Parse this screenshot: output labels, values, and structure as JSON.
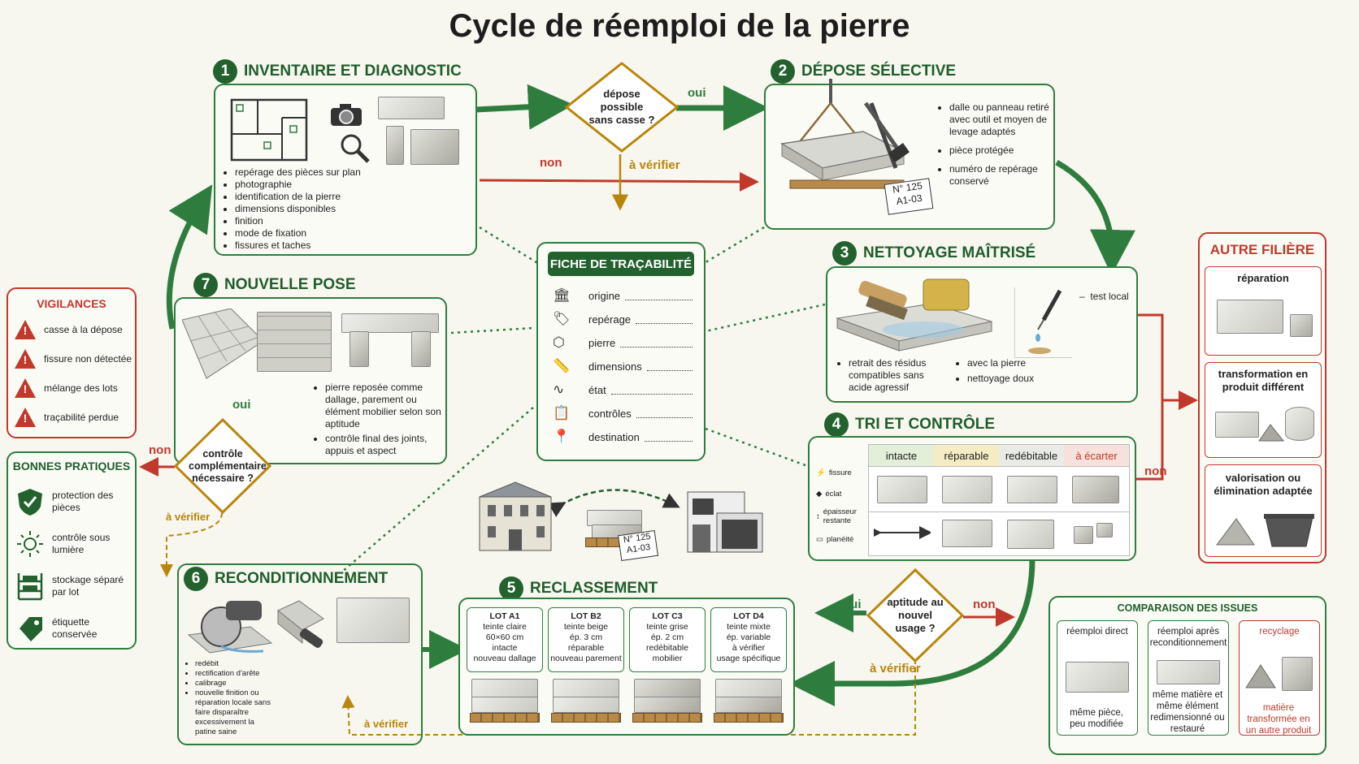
{
  "title": "Cycle de réemploi de la pierre",
  "colors": {
    "green": "#2e7d3e",
    "red": "#c0392b",
    "gold": "#b8860b"
  },
  "steps": {
    "s1": {
      "num": "1",
      "title": "INVENTAIRE ET DIAGNOSTIC",
      "items": [
        "repérage des pièces sur plan",
        "photographie",
        "identification de la pierre",
        "dimensions disponibles",
        "finition",
        "mode de fixation",
        "fissures et taches"
      ]
    },
    "s2": {
      "num": "2",
      "title": "DÉPOSE SÉLECTIVE",
      "items": [
        "dalle ou panneau retiré avec outil et moyen de levage adaptés",
        "pièce protégée",
        "numéro de repérage conservé"
      ],
      "tag_line1": "N° 125",
      "tag_line2": "A1-03"
    },
    "s3": {
      "num": "3",
      "title": "NETTOYAGE MAÎTRISÉ",
      "items_left": [
        "retrait des résidus compatibles sans acide agressif"
      ],
      "items_right": [
        "avec la pierre",
        "nettoyage  doux"
      ],
      "test": "test local"
    },
    "s4": {
      "num": "4",
      "title": "TRI ET CONTRÔLE",
      "columns": [
        "intacte",
        "réparable",
        "redébitable",
        "à écarter"
      ],
      "rows": [
        "fissure",
        "éclat",
        "épaisseur restante",
        "planéité"
      ]
    },
    "s5": {
      "num": "5",
      "title": "RECLASSEMENT",
      "lots": [
        {
          "name": "LOT  A1",
          "l1": "teinte claire",
          "l2": "60×60 cm",
          "l3": "intacte",
          "l4": "nouveau dallage"
        },
        {
          "name": "LOT  B2",
          "l1": "teinte beige",
          "l2": "ép. 3 cm",
          "l3": "réparable",
          "l4": "nouveau parement"
        },
        {
          "name": "LOT  C3",
          "l1": "teinte grise",
          "l2": "ép. 2 cm",
          "l3": "redébitable",
          "l4": "mobilier"
        },
        {
          "name": "LOT D4",
          "l1": "teinte mixte",
          "l2": "ép. variable",
          "l3": "à vérifier",
          "l4": "usage spécifique"
        }
      ]
    },
    "s6": {
      "num": "6",
      "title": "RECONDITIONNEMENT",
      "items": [
        "redébit",
        "rectification d'arête",
        "calibrage",
        "nouvelle finition ou réparation locale sans faire disparaître excessivement la patine saine"
      ]
    },
    "s7": {
      "num": "7",
      "title": "NOUVELLE POSE",
      "items": [
        "pierre reposée comme dallage, parement ou élément mobilier selon son aptitude",
        "contrôle final des joints, appuis et aspect"
      ]
    }
  },
  "decisions": {
    "d1": {
      "text": "dépose possible sans casse ?",
      "yes": "oui",
      "no": "non",
      "check": "à vérifier"
    },
    "d2": {
      "text": "aptitude au nouvel usage ?",
      "yes": "oui",
      "no": "non",
      "check": "à vérifier"
    },
    "d3": {
      "text": "contrôle complémentaire nécessaire ?",
      "yes": "oui",
      "no": "non",
      "check": "à vérifier"
    }
  },
  "s4_no": "non",
  "s5_check": "à vérifier",
  "trace": {
    "title": "FICHE DE TRAÇABILITÉ",
    "fields": [
      "origine",
      "repérage",
      "pierre",
      "dimensions",
      "état",
      "contrôles",
      "destination"
    ],
    "icons": [
      "building-icon",
      "tag-icon",
      "cube-icon",
      "ruler-icon",
      "pulse-icon",
      "clipboard-icon",
      "pin-icon"
    ],
    "tag_line1": "N° 125",
    "tag_line2": "A1-03"
  },
  "vigilances": {
    "title": "VIGILANCES",
    "items": [
      "casse à la dépose",
      "fissure non détectée",
      "mélange des lots",
      "traçabilité perdue"
    ]
  },
  "bonnes": {
    "title": "BONNES PRATIQUES",
    "items": [
      "protection des pièces",
      "contrôle sous lumière",
      "stockage séparé par lot",
      "étiquette conservée"
    ]
  },
  "autre": {
    "title": "AUTRE FILIÈRE",
    "items": [
      "réparation",
      "transformation en produit différent",
      "valorisation ou élimination adaptée"
    ]
  },
  "comparaison": {
    "title": "COMPARAISON DES ISSUES",
    "items": [
      {
        "head": "réemploi direct",
        "desc": "même pièce, peu modifiée"
      },
      {
        "head": "réemploi après reconditionnement",
        "desc": "même matière et même élément redimensionné ou restauré"
      },
      {
        "head": "recyclage",
        "desc": "matière transformée en un autre produit"
      }
    ]
  }
}
